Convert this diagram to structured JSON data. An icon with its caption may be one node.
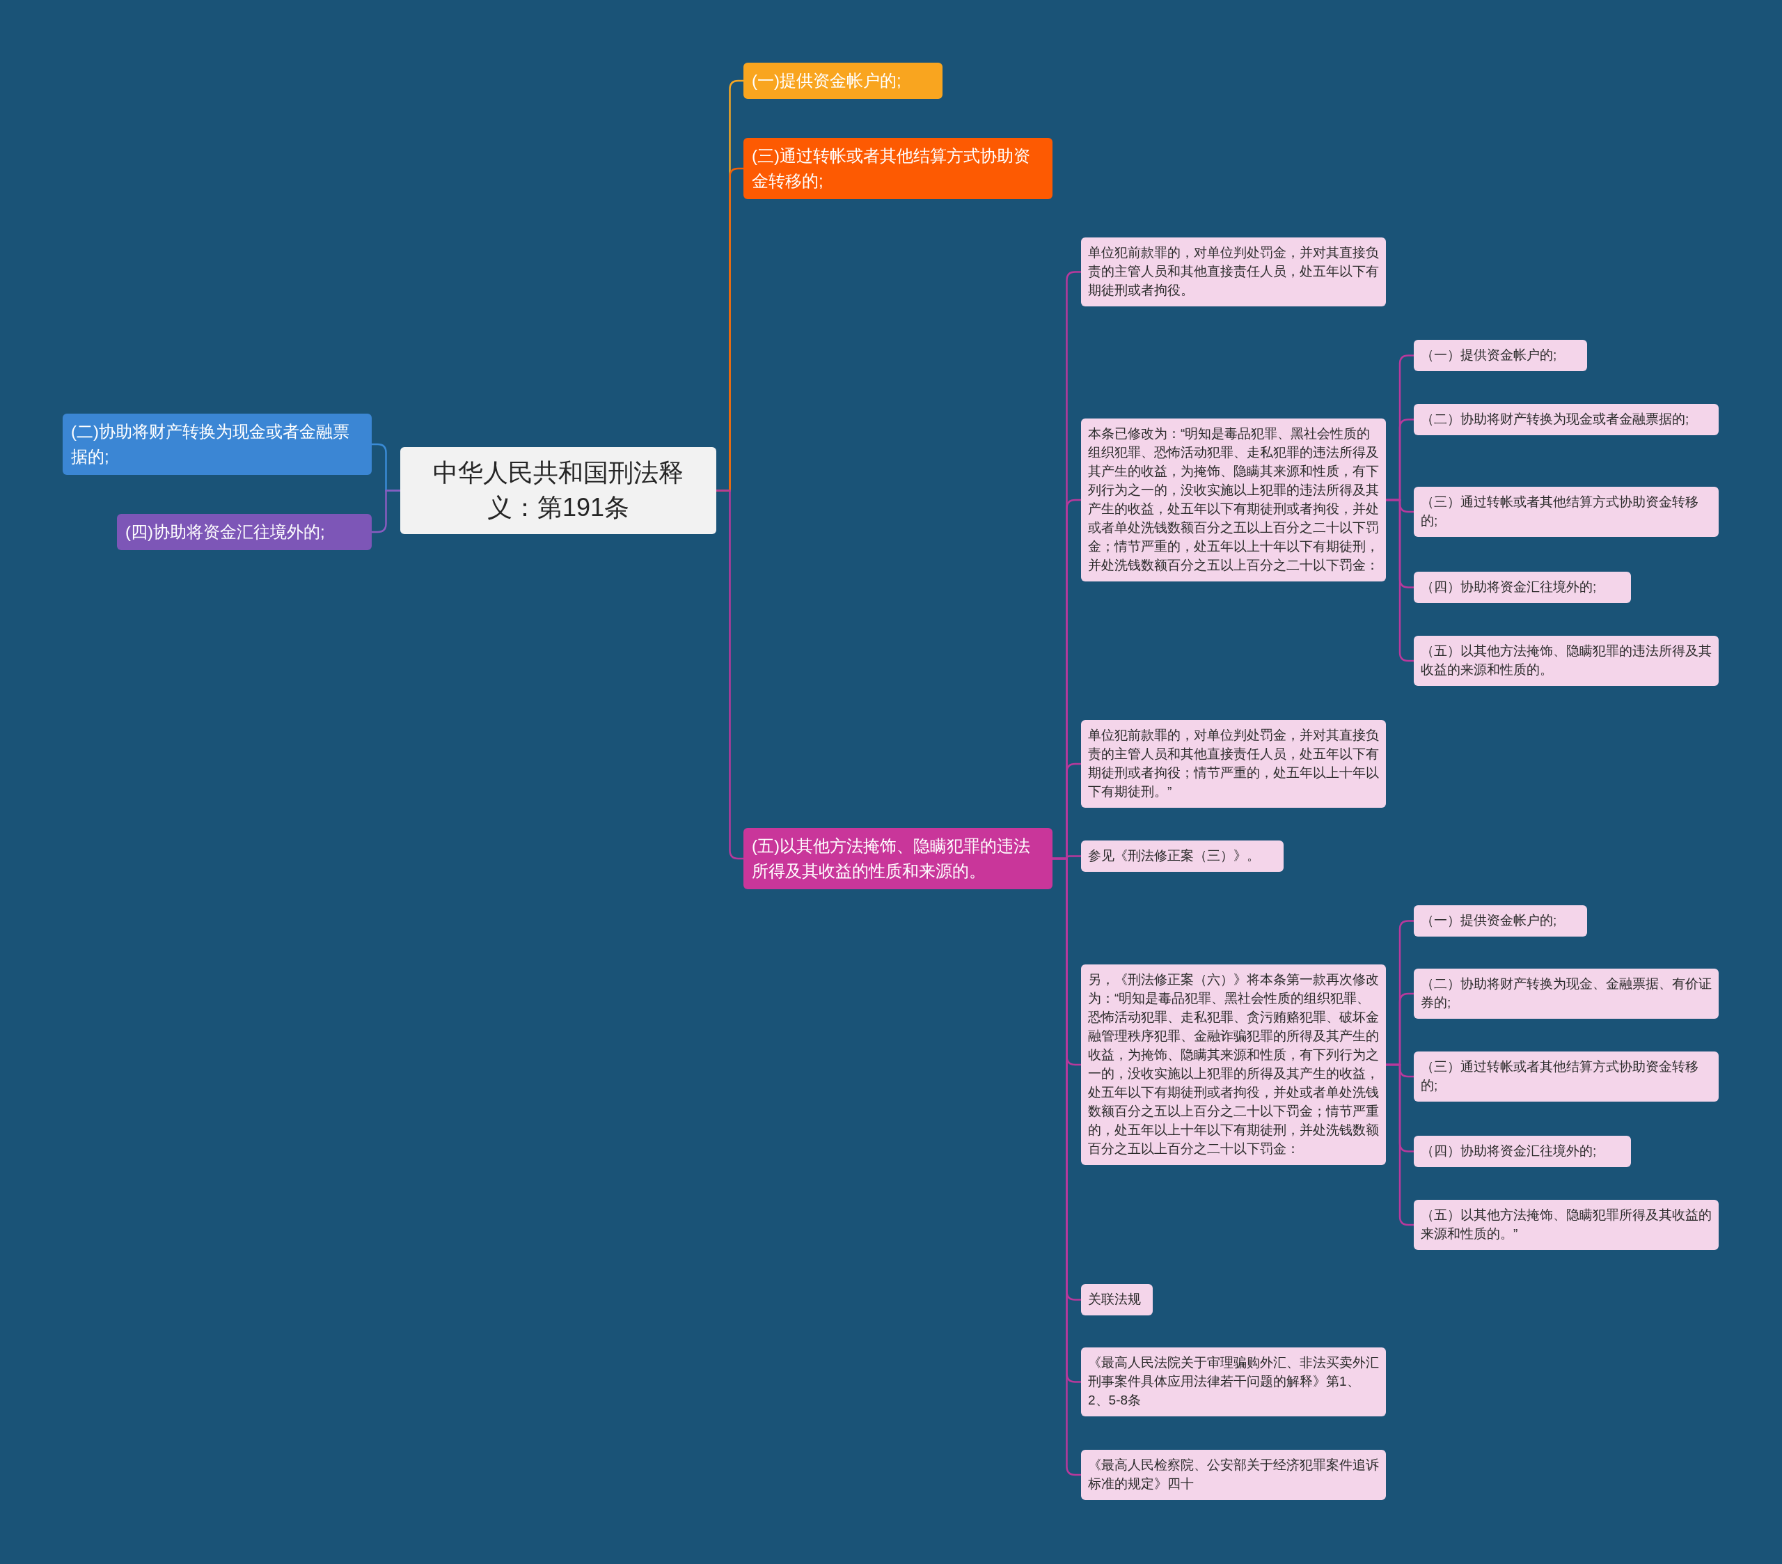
{
  "diagram": {
    "nodes": [
      {
        "text": [
          "中华人民共和国刑法释义：第191条"
        ]
      },
      {
        "text": [
          "(一)提供资金帐户的;"
        ]
      },
      {
        "text": [
          "(三)通过转帐或者其他结算方式协助资金转移的;"
        ]
      },
      {
        "text": [
          "(五)以其他方法掩饰、隐瞒犯罪的违法所得及其收益的性质和来源的。"
        ]
      },
      {
        "text": [
          "(二)协助将财产转换为现金或者金融票据的;"
        ]
      },
      {
        "text": [
          "(四)协助将资金汇往境外的;"
        ]
      },
      {
        "text": [
          "单位犯前款罪的，对单位判处罚金，并对其直接负责的主管人员和其他直接责任人员，处五年以下有期徒刑或者拘役。"
        ]
      },
      {
        "text": [
          "本条已修改为：“明知是毒品犯罪、黑社会性质的组织犯罪、恐怖活动犯罪、走私犯罪的违法所得及其产生的收益，为掩饰、隐瞒其来源和性质，有下列行为之一的，没收实施以上犯罪的违法所得及其产生的收益，处五年以下有期徒刑或者拘役，并处或者单处洗钱数额百分之五以上百分之二十以下罚金；情节严重的，处五年以上十年以下有期徒刑，并处洗钱数额百分之五以上百分之二十以下罚金："
        ]
      },
      {
        "text": [
          "（一）提供资金帐户的;"
        ]
      },
      {
        "text": [
          "（二）协助将财产转换为现金或者金融票据的;"
        ]
      },
      {
        "text": [
          "（三）通过转帐或者其他结算方式协助资金转移的;"
        ]
      },
      {
        "text": [
          "（四）协助将资金汇往境外的;"
        ]
      },
      {
        "text": [
          "（五）以其他方法掩饰、隐瞒犯罪的违法所得及其收益的来源和性质的。"
        ]
      },
      {
        "text": [
          "单位犯前款罪的，对单位判处罚金，并对其直接负责的主管人员和其他直接责任人员，处五年以下有期徒刑或者拘役；情节严重的，处五年以上十年以下有期徒刑。”"
        ]
      },
      {
        "text": [
          "参见《刑法修正案（三）》。"
        ]
      },
      {
        "text": [
          "另，《刑法修正案（六）》将本条第一款再次修改为：“明知是毒品犯罪、黑社会性质的组织犯罪、恐怖活动犯罪、走私犯罪、贪污贿赂犯罪、破坏金融管理秩序犯罪、金融诈骗犯罪的所得及其产生的收益，为掩饰、隐瞒其来源和性质，有下列行为之一的，没收实施以上犯罪的所得及其产生的收益，处五年以下有期徒刑或者拘役，并处或者单处洗钱数额百分之五以上百分之二十以下罚金；情节严重的，处五年以上十年以下有期徒刑，并处洗钱数额百分之五以上百分之二十以下罚金："
        ]
      },
      {
        "text": [
          "（一）提供资金帐户的;"
        ]
      },
      {
        "text": [
          "（二）协助将财产转换为现金、金融票据、有价证券的;"
        ]
      },
      {
        "text": [
          "（三）通过转帐或者其他结算方式协助资金转移的;"
        ]
      },
      {
        "text": [
          "（四）协助将资金汇往境外的;"
        ]
      },
      {
        "text": [
          "（五）以其他方法掩饰、隐瞒犯罪所得及其收益的来源和性质的。”"
        ]
      },
      {
        "text": [
          "关联法规"
        ]
      },
      {
        "text": [
          "《最高人民法院关于审理骗购外汇、非法买卖外汇刑事案件具体应用法律若干问题的解释》第1、2、5-8条"
        ]
      },
      {
        "text": [
          "《最高人民检察院、公安部关于经济犯罪案件追诉标准的规定》四十"
        ]
      }
    ],
    "edges": [
      {
        "from": 0,
        "to": 1,
        "arrow": "none",
        "color": "#f5a623"
      },
      {
        "from": 0,
        "to": 2,
        "arrow": "none",
        "color": "#f0620a"
      },
      {
        "from": 0,
        "to": 3,
        "arrow": "none"
      },
      {
        "from": 0,
        "to": 4,
        "arrow": "none",
        "color": "#3a8bd6"
      },
      {
        "from": 0,
        "to": 5,
        "arrow": "none",
        "color": "#8a5cc0"
      },
      {
        "from": 3,
        "to": 6,
        "arrow": "none"
      },
      {
        "from": 3,
        "to": 7,
        "arrow": "none"
      },
      {
        "from": 7,
        "to": 8,
        "arrow": "none"
      },
      {
        "from": 7,
        "to": 9,
        "arrow": "none"
      },
      {
        "from": 7,
        "to": 10,
        "arrow": "none"
      },
      {
        "from": 7,
        "to": 11,
        "arrow": "none"
      },
      {
        "from": 7,
        "to": 12,
        "arrow": "none"
      },
      {
        "from": 3,
        "to": 13,
        "arrow": "none"
      },
      {
        "from": 3,
        "to": 14,
        "arrow": "none"
      },
      {
        "from": 3,
        "to": 15,
        "arrow": "none"
      },
      {
        "from": 15,
        "to": 16,
        "arrow": "none"
      },
      {
        "from": 15,
        "to": 17,
        "arrow": "none"
      },
      {
        "from": 15,
        "to": 18,
        "arrow": "none"
      },
      {
        "from": 15,
        "to": 19,
        "arrow": "none"
      },
      {
        "from": 15,
        "to": 20,
        "arrow": "none"
      },
      {
        "from": 3,
        "to": 21,
        "arrow": "none"
      },
      {
        "from": 3,
        "to": 22,
        "arrow": "none"
      },
      {
        "from": 3,
        "to": 23,
        "arrow": "none"
      }
    ]
  }
}
